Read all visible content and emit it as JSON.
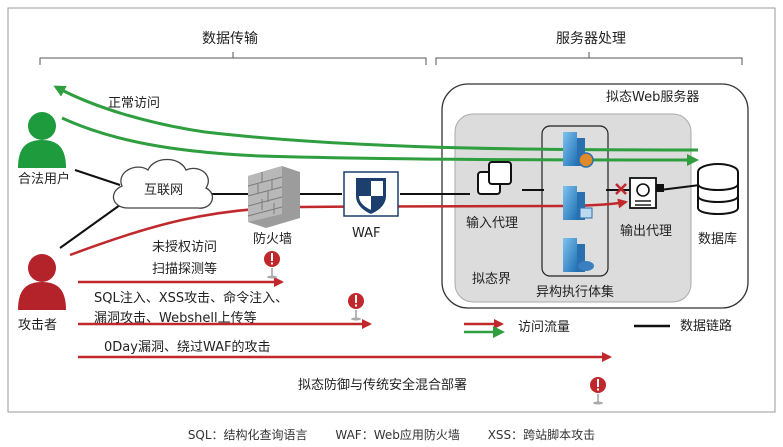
{
  "sections": {
    "data_transfer": "数据传输",
    "server_processing": "服务器处理"
  },
  "server": {
    "title": "拟态Web服务器",
    "mimic_boundary": "拟态界",
    "input_proxy": "输入代理",
    "heterogeneous_set": "异构执行体集",
    "output_proxy": "输出代理",
    "database": "数据库"
  },
  "network": {
    "internet": "互联网",
    "firewall": "防火墙",
    "waf": "WAF"
  },
  "actors": {
    "legit_user": "合法用户",
    "attacker": "攻击者"
  },
  "flows": {
    "normal_access": "正常访问",
    "unauthorized_1": "未授权访问",
    "unauthorized_2": "扫描探测等",
    "attacks_1": "SQL注入、XSS攻击、命令注入、",
    "attacks_2": "漏洞攻击、Webshell上传等",
    "zeroday": "0Day漏洞、绕过WAF的攻击",
    "hybrid": "拟态防御与传统安全混合部署"
  },
  "legend": {
    "access_flow": "访问流量",
    "data_link": "数据链路"
  },
  "colors": {
    "red": "#c0282b",
    "green": "#2e9e3e",
    "user_green": "#1e9b3c",
    "attacker_red": "#b5232a"
  },
  "footer": [
    "SQL：结构化查询语言",
    "WAF：Web应用防火墙",
    "XSS：跨站脚本攻击"
  ]
}
